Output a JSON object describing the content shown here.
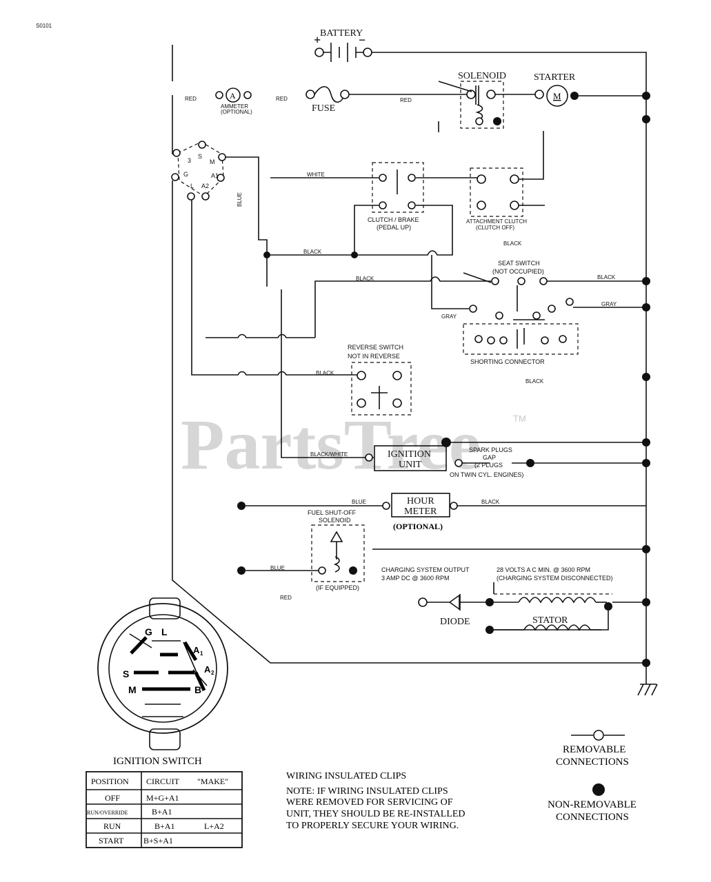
{
  "doc_code": "S0101",
  "watermark": "PartsTree",
  "trademark": "TM",
  "components": {
    "battery": "BATTERY",
    "battery_plus": "+",
    "battery_minus": "−",
    "solenoid": "SOLENOID",
    "starter": "STARTER",
    "starter_motor": "M",
    "fuse": "FUSE",
    "ammeter_symbol": "A",
    "ammeter_line1": "AMMETER",
    "ammeter_line2": "(OPTIONAL)",
    "clutch_line1": "CLUTCH / BRAKE",
    "clutch_line2": "(PEDAL UP)",
    "attach_line1": "ATTACHMENT CLUTCH",
    "attach_line2": "(CLUTCH OFF)",
    "seat_line1": "SEAT SWITCH",
    "seat_line2": "(NOT OCCUPIED)",
    "shorting": "SHORTING CONNECTOR",
    "reverse_line1": "REVERSE SWITCH",
    "reverse_line2": "NOT IN REVERSE",
    "ignition_line1": "IGNITION",
    "ignition_line2": "UNIT",
    "spark_line1": "SPARK PLUGS",
    "spark_line2": "GAP",
    "spark_line3": "(2 PLUGS",
    "spark_line4": "ON TWIN CYL. ENGINES)",
    "hour_line1": "HOUR",
    "hour_line2": "METER",
    "hour_optional": "(OPTIONAL)",
    "fuel_line1": "FUEL SHUT-OFF",
    "fuel_line2": "SOLENOID",
    "fuel_note": "(IF EQUIPPED)",
    "charging_line1": "CHARGING SYSTEM OUTPUT",
    "charging_line2": "3 AMP DC @ 3600 RPM",
    "volts_line1": "28 VOLTS A C MIN. @ 3600 RPM",
    "volts_line2": "(CHARGING SYSTEM DISCONNECTED)",
    "diode": "DIODE",
    "stator": "STATOR"
  },
  "wire_labels": {
    "red_left": "RED",
    "red_mid": "RED",
    "red_right": "RED",
    "blue_vertical": "BLUE",
    "white": "WHITE",
    "black_1": "BLACK",
    "black_2": "BLACK",
    "black_attach": "BLACK",
    "black_seat": "BLACK",
    "gray_seat": "GRAY",
    "gray_lower": "GRAY",
    "black_shorting": "BLACK",
    "black_reverse": "BLACK",
    "black_white": "BLACK/WHITE",
    "blue_hour": "BLUE",
    "black_hour": "BLACK",
    "blue_fuel": "BLUE",
    "red_fuel": "RED"
  },
  "switch_terminals": {
    "t_s": "S",
    "t_m": "M",
    "t_a1": "A1",
    "t_g": "G",
    "t_l": "L",
    "t_a2": "A2",
    "t_3": "3"
  },
  "ignition_face": {
    "g": "G",
    "l": "L",
    "a1": "A",
    "a1_sub": "1",
    "a2": "A",
    "a2_sub": "2",
    "s": "S",
    "m": "M",
    "b": "B"
  },
  "ignition_switch_title": "IGNITION SWITCH",
  "ignition_table": {
    "headers": [
      "POSITION",
      "CIRCUIT",
      "\"MAKE\""
    ],
    "rows": [
      {
        "position": "OFF",
        "circuit1": "M+G+A1",
        "circuit2": ""
      },
      {
        "position": "RUN/OVERRIDE",
        "circuit1": "B+A1",
        "circuit2": ""
      },
      {
        "position": "RUN",
        "circuit1": "B+A1",
        "circuit2": "L+A2"
      },
      {
        "position": "START",
        "circuit1": "B+S+A1",
        "circuit2": ""
      }
    ]
  },
  "notes": {
    "title": "WIRING INSULATED CLIPS",
    "line1": "NOTE: IF WIRING INSULATED CLIPS",
    "line2": "WERE REMOVED FOR SERVICING OF",
    "line3": "UNIT, THEY SHOULD BE RE-INSTALLED",
    "line4": "TO PROPERLY SECURE YOUR WIRING."
  },
  "legend": {
    "removable_line1": "REMOVABLE",
    "removable_line2": "CONNECTIONS",
    "nonremovable_line1": "NON-REMOVABLE",
    "nonremovable_line2": "CONNECTIONS"
  }
}
